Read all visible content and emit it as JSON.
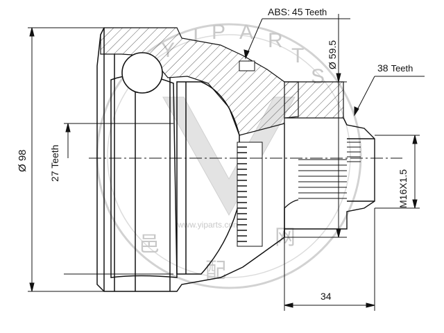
{
  "labels": {
    "abs_name": "ABS",
    "abs_value": "45",
    "abs_unit": "Teeth",
    "diameter_small": "Ø 59.5",
    "teeth_38_value": "38",
    "teeth_38_unit": "Teeth",
    "diameter_large": "Ø 98",
    "teeth_27": "27 Teeth",
    "thread": "M16X1.5",
    "length": "34"
  },
  "watermark": {
    "url": "www.yiparts.com",
    "letters": [
      "Y",
      "I",
      "P",
      "A",
      "R",
      "T",
      "S"
    ],
    "cjk_1": "配",
    "cjk_2": "网",
    "cjk_3": "邑"
  },
  "colors": {
    "line": "#111111",
    "watermark": "#c8c8c8",
    "background": "#ffffff"
  }
}
